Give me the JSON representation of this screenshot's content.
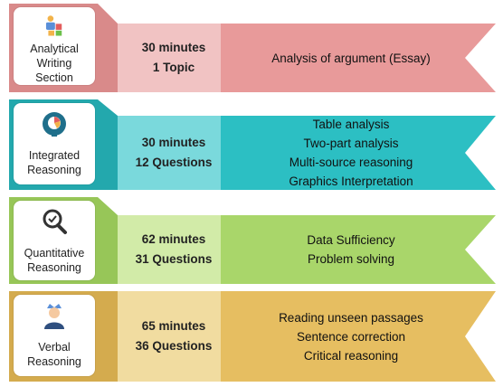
{
  "sections": [
    {
      "title_lines": [
        "Analytical",
        "Writing",
        "Section"
      ],
      "time": "30 minutes",
      "count": "1 Topic",
      "topics": [
        "Analysis of argument (Essay)"
      ],
      "icon": "puzzle-icon",
      "colors": {
        "band": "#e89a9a",
        "tab": "#d98a8a",
        "mid": "#f1c3c3"
      }
    },
    {
      "title_lines": [
        "Integrated",
        "Reasoning"
      ],
      "time": "30 minutes",
      "count": "12 Questions",
      "topics": [
        "Table analysis",
        "Two-part analysis",
        "Multi-source reasoning",
        "Graphics Interpretation"
      ],
      "icon": "brain-chart-icon",
      "colors": {
        "band": "#2cbfc3",
        "tab": "#23a8ad",
        "mid": "#7ad9dc"
      }
    },
    {
      "title_lines": [
        "Quantitative",
        "Reasoning"
      ],
      "time": "62 minutes",
      "count": "31 Questions",
      "topics": [
        "Data Sufficiency",
        "Problem solving"
      ],
      "icon": "magnifier-icon",
      "colors": {
        "band": "#a9d66a",
        "tab": "#97c658",
        "mid": "#d2eba8"
      }
    },
    {
      "title_lines": [
        "Verbal",
        "Reasoning"
      ],
      "time": "65 minutes",
      "count": "36 Questions",
      "topics": [
        "Reading unseen passages",
        "Sentence correction",
        "Critical reasoning"
      ],
      "icon": "person-icon",
      "colors": {
        "band": "#e6be61",
        "tab": "#d4ab4e",
        "mid": "#f1dca0"
      }
    }
  ]
}
